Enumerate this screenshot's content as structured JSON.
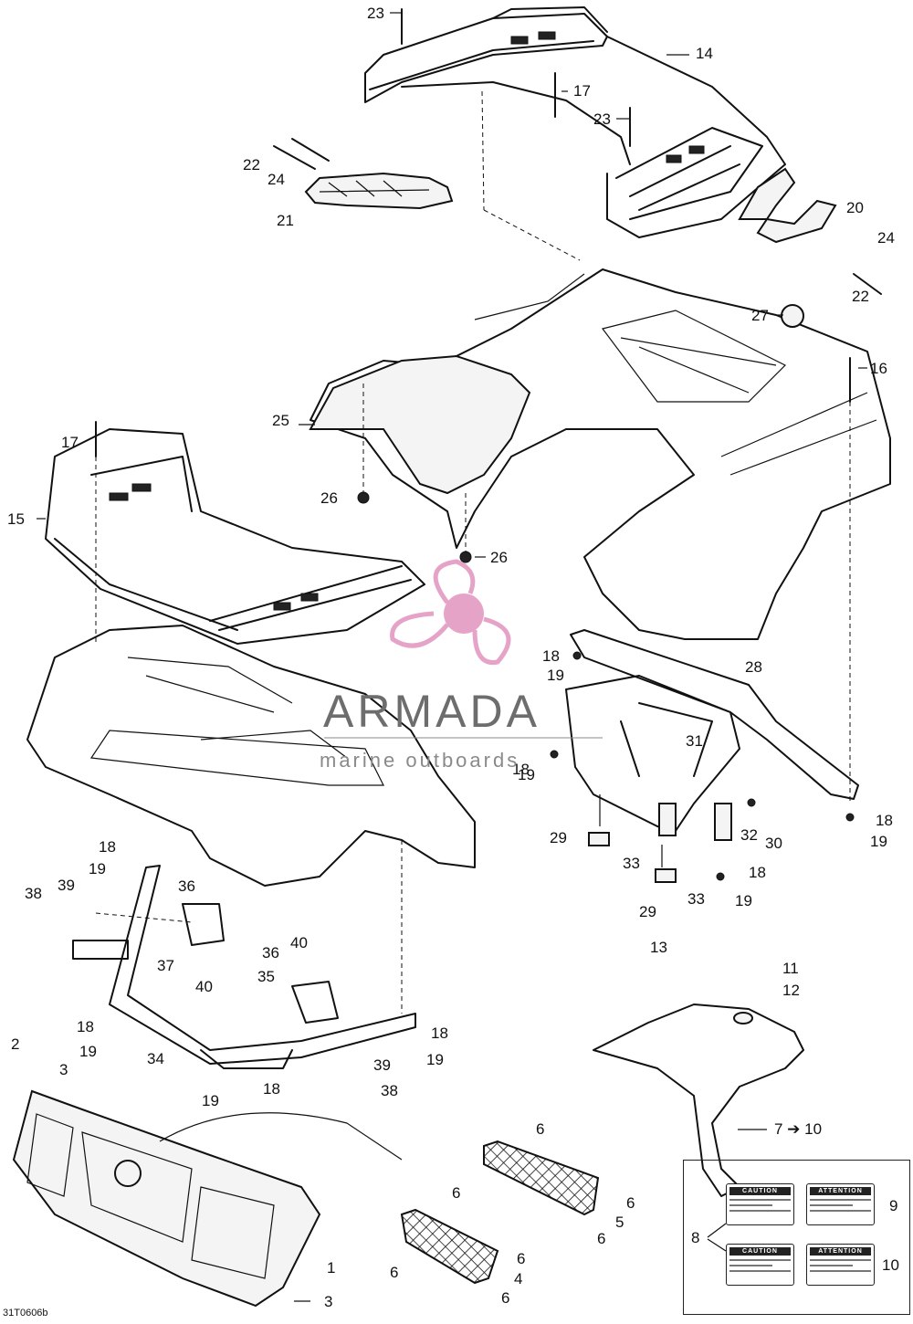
{
  "diagram_code": "31T0606b",
  "watermark": {
    "title": "ARMADA",
    "subtitle": "marine outboards",
    "colors": {
      "logo": "#e6a3c8",
      "title": "#6d6d6d",
      "subtitle": "#8a8a8a"
    }
  },
  "callouts": {
    "c23a": "23",
    "c14": "14",
    "c17a": "17",
    "c23b": "23",
    "c22a": "22",
    "c24a": "24",
    "c21": "21",
    "c20": "20",
    "c24b": "24",
    "c22b": "22",
    "c27": "27",
    "c16": "16",
    "c25": "25",
    "c26a": "26",
    "c26b": "26",
    "c17b": "17",
    "c15": "15",
    "c18a": "18",
    "c19a": "19",
    "c28": "28",
    "c18b": "18",
    "c19b": "19",
    "c31": "31",
    "c29a": "29",
    "c33a": "33",
    "c32": "32",
    "c30": "30",
    "c18c": "18",
    "c19c": "19",
    "c18d": "18",
    "c29b": "29",
    "c33b": "33",
    "c19d": "19",
    "c18e": "18",
    "c19e": "19",
    "c39a": "39",
    "c38a": "38",
    "c36a": "36",
    "c37": "37",
    "c40a": "40",
    "c40b": "40",
    "c36b": "36",
    "c35": "35",
    "c13": "13",
    "c11": "11",
    "c12": "12",
    "c18f": "18",
    "c19f": "19",
    "c34": "34",
    "c18g": "18",
    "c19g": "19",
    "c39b": "39",
    "c38b": "38",
    "c19h": "19",
    "c18h": "18",
    "c2": "2",
    "c3a": "3",
    "c1": "1",
    "c3b": "3",
    "c6a": "6",
    "c6b": "6",
    "c6c": "6",
    "c6d": "6",
    "c5": "5",
    "c6e": "6",
    "c6f": "6",
    "c4": "4",
    "c6g": "6",
    "c7": "7 ➔ 10",
    "c8": "8",
    "c9": "9",
    "c10": "10"
  },
  "decals": {
    "caution": "CAUTION",
    "attention": "ATTENTION"
  }
}
